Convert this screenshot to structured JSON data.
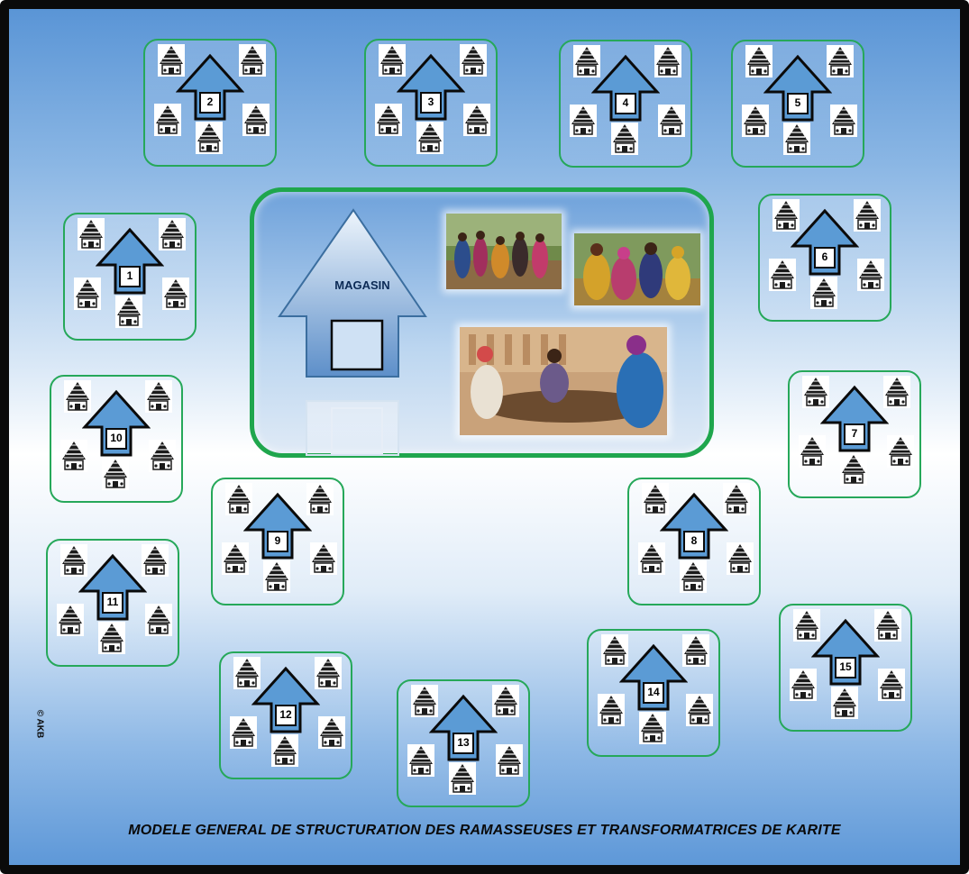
{
  "center": {
    "label": "MAGASIN"
  },
  "villages": [
    {
      "number": "1"
    },
    {
      "number": "2"
    },
    {
      "number": "3"
    },
    {
      "number": "4"
    },
    {
      "number": "5"
    },
    {
      "number": "6"
    },
    {
      "number": "7"
    },
    {
      "number": "8"
    },
    {
      "number": "9"
    },
    {
      "number": "10"
    },
    {
      "number": "11"
    },
    {
      "number": "12"
    },
    {
      "number": "13"
    },
    {
      "number": "14"
    },
    {
      "number": "15"
    }
  ],
  "footer": {
    "title": "MODELE GENERAL DE STRUCTURATION DES RAMASSEUSES  ET TRANSFORMATRICES  DE KARITE"
  },
  "copyright": "© AKB",
  "colors": {
    "border_green": "#26a85a",
    "arrow_blue": "#5b9bd5",
    "frame": "#0a0a0a"
  },
  "icons": [
    "hut-icon",
    "up-arrow-icon",
    "warehouse-icon",
    "photo-women-market",
    "photo-women-crowd",
    "photo-women-sorting-nuts"
  ]
}
